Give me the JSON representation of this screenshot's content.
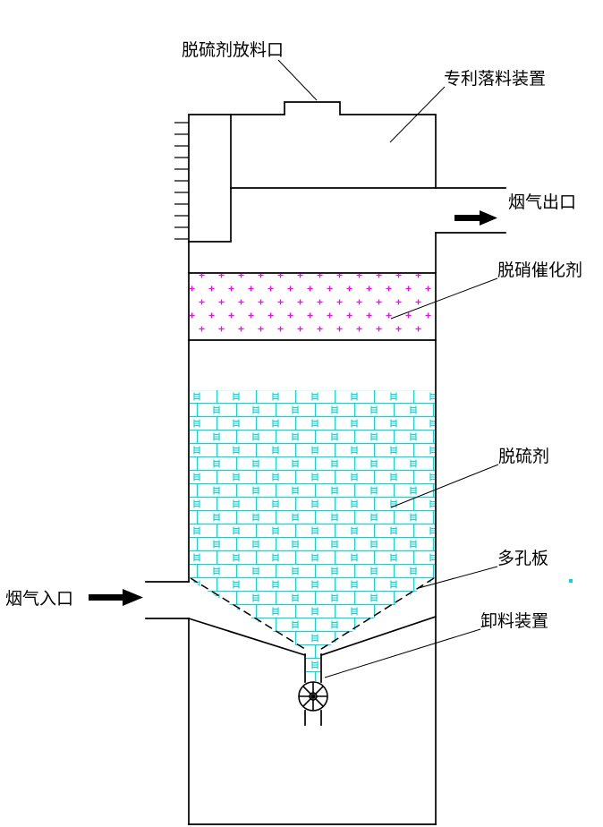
{
  "diagram": {
    "title": "flue-gas desulfurization and denitration tower schematic",
    "labels": {
      "feed_port": "脱硫剂放料口",
      "dropping_device": "专利落料装置",
      "gas_outlet": "烟气出口",
      "denox_catalyst": "脱硝催化剂",
      "desulfurizer": "脱硫剂",
      "perforated_plate": "多孔板",
      "discharge_device": "卸料装置",
      "gas_inlet": "烟气入口"
    },
    "colors": {
      "diagram_line": "#000000",
      "catalyst_cross": "#FF00FF",
      "desulfurizer_brick": "#00D9D9",
      "page_bg": "#FFFFFF"
    }
  }
}
